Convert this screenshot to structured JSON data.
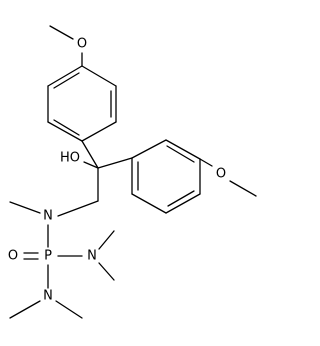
{
  "molecule": {
    "atom_labels": {
      "hydroxyl": "HO",
      "nitrogen_chain": "N",
      "oxygen_double": "O",
      "phosphorus": "P",
      "nitrogen_right": "N",
      "nitrogen_bottom": "N",
      "oxygen_methoxy_top": "O",
      "oxygen_methoxy_right": "O"
    },
    "colors": {
      "bond": "#000000",
      "label": "#000000",
      "background": "#ffffff"
    }
  }
}
